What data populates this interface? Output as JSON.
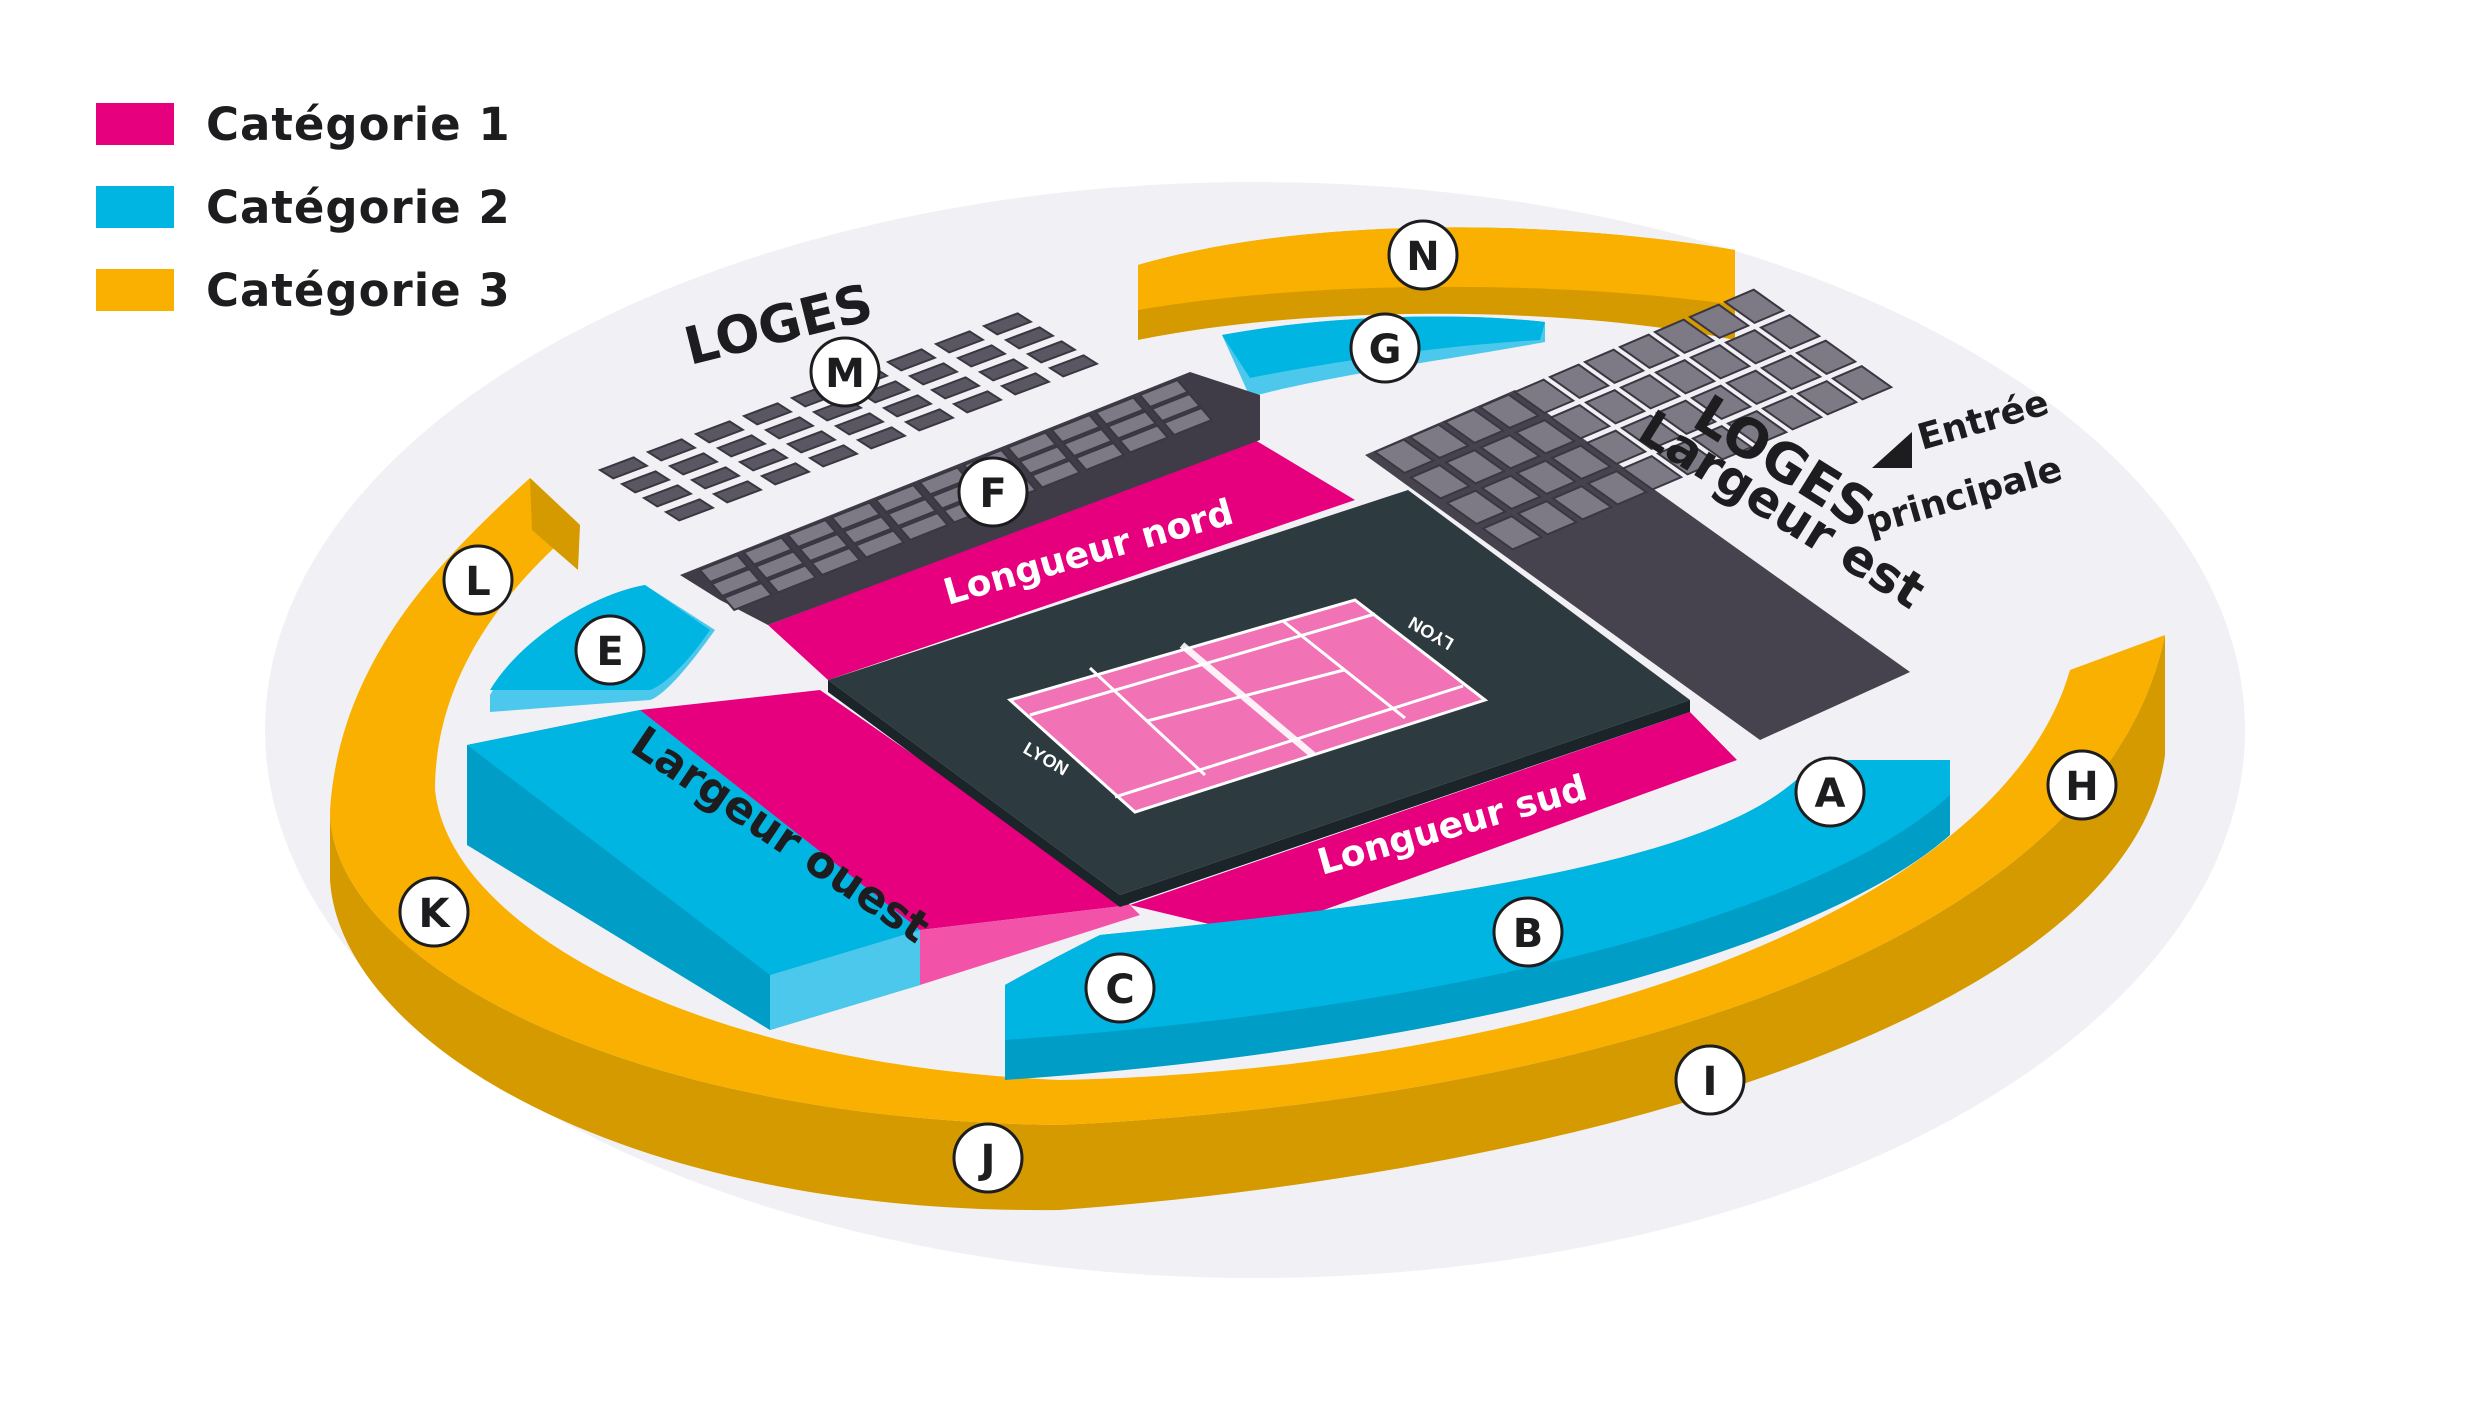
{
  "colors": {
    "category_1": "#e6007e",
    "category_2": "#00b5e2",
    "category_3": "#f9b000",
    "court_surround": "#2d3a40",
    "court": "#f272b6",
    "loges": "#5a5763",
    "background_oval": "#f1f1f5"
  },
  "legend": [
    {
      "label": "Catégorie 1",
      "color": "#e6007e"
    },
    {
      "label": "Catégorie 2",
      "color": "#00b5e2"
    },
    {
      "label": "Catégorie 3",
      "color": "#f9b000"
    }
  ],
  "labels": {
    "loges_west": "LOGES",
    "loges_east": "LOGES",
    "largeur_est": "Largeur est",
    "longueur_nord": "Longueur nord",
    "longueur_sud": "Longueur sud",
    "largeur_ouest": "Largeur ouest",
    "entree_line1": "Entrée",
    "entree_line2": "principale",
    "court_text": "LYON"
  },
  "sections": {
    "A": "A",
    "B": "B",
    "C": "C",
    "E": "E",
    "F": "F",
    "G": "G",
    "H": "H",
    "I": "I",
    "J": "J",
    "K": "K",
    "L": "L",
    "M": "M",
    "N": "N"
  }
}
